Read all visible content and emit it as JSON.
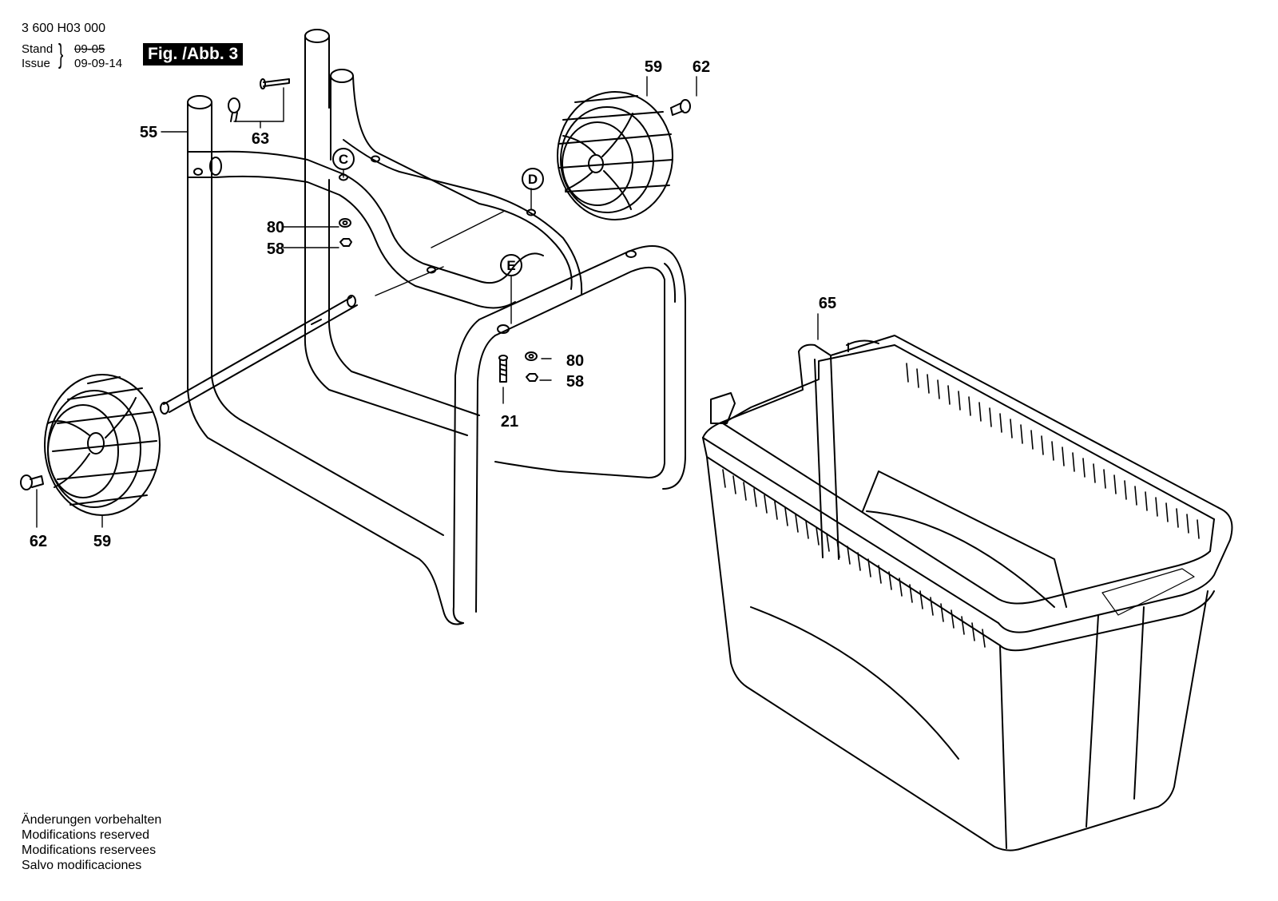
{
  "header": {
    "doc_number": "3 600 H03 000",
    "stand_label": "Stand",
    "issue_label": "Issue",
    "stand_date": "09-05",
    "issue_date": "09-09-14",
    "figure_label": "Fig. /Abb. 3"
  },
  "callouts": {
    "p55": "55",
    "p63": "63",
    "p80a": "80",
    "p58a": "58",
    "p59a": "59",
    "p62a": "62",
    "p80b": "80",
    "p58b": "58",
    "p21": "21",
    "p65": "65",
    "p62b": "62",
    "p59b": "59"
  },
  "reference_marks": {
    "c": "C",
    "d": "D",
    "e": "E"
  },
  "footer_notes": [
    "Änderungen vorbehalten",
    "Modifications reserved",
    "Modifications reservees",
    "Salvo modificaciones"
  ]
}
